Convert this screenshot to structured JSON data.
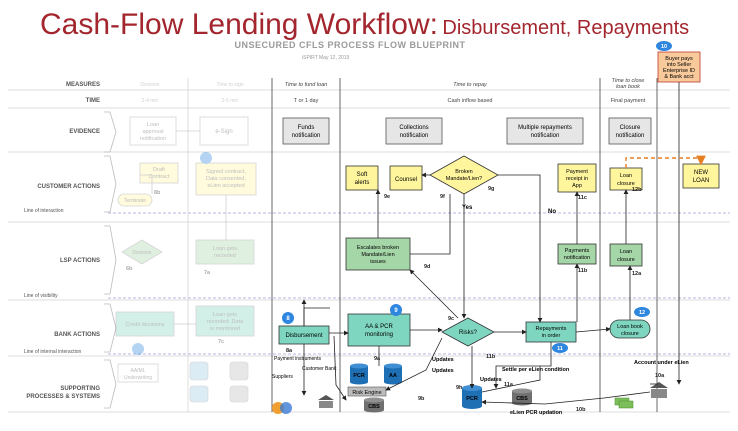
{
  "title": {
    "main": "Cash-Flow Lending Workflow:",
    "sub": "Disbursement, Repayments"
  },
  "subtitle": "UNSECURED CFLS PROCESS FLOW BLUEPRINT",
  "ispirt_note": "iSPIRT May 12, 2019",
  "rows": {
    "measures": "MEASURES",
    "time": "TIME",
    "evidence": "EVIDENCE",
    "customer_actions": "CUSTOMER ACTIONS",
    "lsp_actions": "LSP ACTIONS",
    "bank_actions": "BANK ACTIONS",
    "supporting": [
      "SUPPORTING",
      "PROCESSES & SYSTEMS"
    ]
  },
  "lines": {
    "interaction": "Line of interaction",
    "visibility": "Line of visibility",
    "internal": "Line of internal interaction"
  },
  "measures": {
    "fund": "Time to fund loan",
    "repay": "Time to repay",
    "close": [
      "Time to close",
      "loan book"
    ]
  },
  "time": {
    "fund": "T or 1 day",
    "repay": "Cash inflow based",
    "close": "Final payment"
  },
  "evidence": {
    "funds": [
      "Funds",
      "notification"
    ],
    "collections": [
      "Collections",
      "notification"
    ],
    "multiple": [
      "Multiple repayments",
      "notification"
    ],
    "closure": [
      "Closure",
      "notification"
    ]
  },
  "faded": {
    "decision": "Decision",
    "sign": "Time to sign",
    "time_a": "2-4 min",
    "time_b": "2-5 min",
    "loan_approval": [
      "Loan",
      "approval",
      "notification"
    ],
    "esign": "e-Sign",
    "draft": [
      "Draft",
      "Contract"
    ],
    "signed": [
      "Signed contract,",
      "Data consented,",
      "eLien accepted"
    ],
    "terminate": "Terminate",
    "decision2": "Decision",
    "loan_gets": [
      "Loan gets",
      "recorded"
    ],
    "credit": "Credit decisions",
    "loan_gets2": [
      "Loan gets",
      "recorded. Data",
      "is monitored"
    ],
    "amm": [
      "AA/ML",
      "Underwriting"
    ]
  },
  "nodes": {
    "soft_alerts": [
      "Soft",
      "alerts"
    ],
    "counsel": "Counsel",
    "broken": [
      "Broken",
      "Mandate/Lien?"
    ],
    "yes": "Yes",
    "no": "No",
    "payment_receipt": [
      "Payment",
      "receipt in",
      "App"
    ],
    "loan_closure_c": [
      "Loan",
      "closure"
    ],
    "new_loan": [
      "NEW",
      "LOAN"
    ],
    "escalate": [
      "Escalates broken",
      "Mandate/Lien",
      "issues"
    ],
    "payments_notif": [
      "Payments",
      "notification"
    ],
    "loan_closure_l": [
      "Loan",
      "closure"
    ],
    "disbursement": "Disbursement",
    "aa_pcr": [
      "AA & PCR",
      "monitoring"
    ],
    "risks": "Risks?",
    "repayments": [
      "Repayments",
      "in order"
    ],
    "loan_book": [
      "Loan book",
      "closure"
    ],
    "buyer": [
      "Buyer pays",
      "into Seller",
      "Enterprise ID",
      "& Bank acct"
    ],
    "pcr_db": "PCR",
    "aa_db": "AA",
    "risk_engine": "Risk Engine",
    "cbs_a": "CBS",
    "pcr_main": "PCR",
    "cbs_b": "CBS",
    "payment_instruments": "Payment instruments",
    "customer_bank": "Customer Bank",
    "suppliers": "Suppliers",
    "account_elien": "Account under eLien",
    "updates1": "Updates",
    "updates2": "Updates",
    "updates3": "Updates",
    "settle": "Settle per eLien condition",
    "elien_update": "eLien PCR updation"
  },
  "badges": {
    "b8": "8",
    "b9": "9",
    "b10": "10",
    "b11": "11",
    "b12": "12",
    "n8a": "8a",
    "n9a": "9a",
    "n9b": "9b",
    "n9c": "9c",
    "n9d": "9d",
    "n9e": "9e",
    "n9f": "9f",
    "n9g": "9g",
    "n9h": "9h",
    "n10a": "10a",
    "n10b": "10b",
    "n11a": "11a",
    "n11b": "11b",
    "n11b2": "11b",
    "n11c": "11c",
    "n12a": "12a",
    "n12b": "12b",
    "n8b": "8b",
    "n7a": "7a",
    "n7c": "7c",
    "n8": "8",
    "n6b": "6b"
  },
  "colors": {
    "title": "#a3262e",
    "teal_fill": "#7fd6c0",
    "yellow_fill": "#fff59d",
    "green_fill": "#a5d6a7",
    "badge_blue": "#2e86de",
    "orange": "#e67e22",
    "db_blue": "#1f6fb5",
    "db_gray": "#707070"
  }
}
